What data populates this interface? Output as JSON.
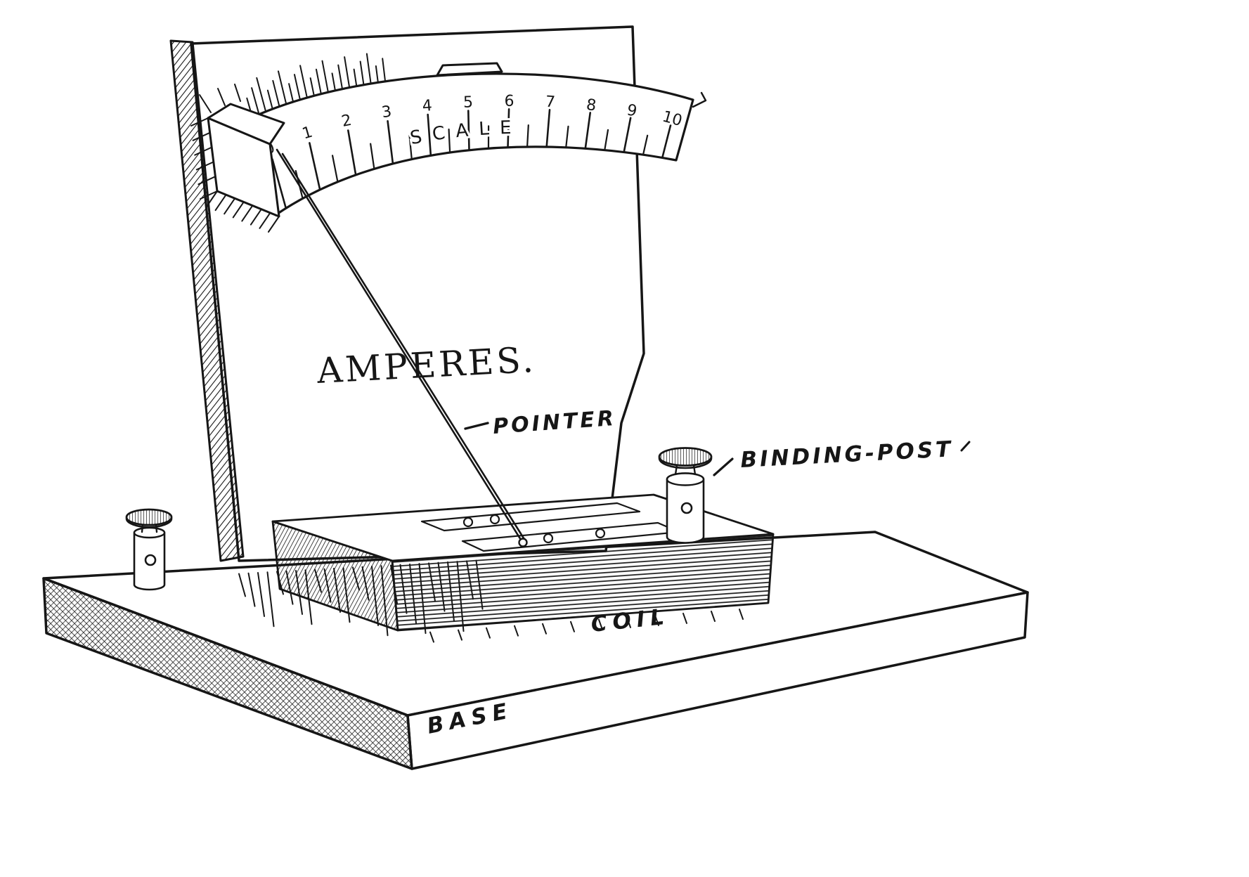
{
  "labels": {
    "amperes": "AMPERES.",
    "scale": "SCALE",
    "pointer": "POINTER",
    "binding_post": "BINDING-POST",
    "coil": "COIL",
    "base": "BASE"
  },
  "scale": {
    "tick_labels": [
      "0",
      "1",
      "2",
      "3",
      "4",
      "5",
      "6",
      "7",
      "8",
      "9",
      "10"
    ]
  },
  "colors": {
    "ink": "#161616",
    "paper": "#ffffff"
  }
}
